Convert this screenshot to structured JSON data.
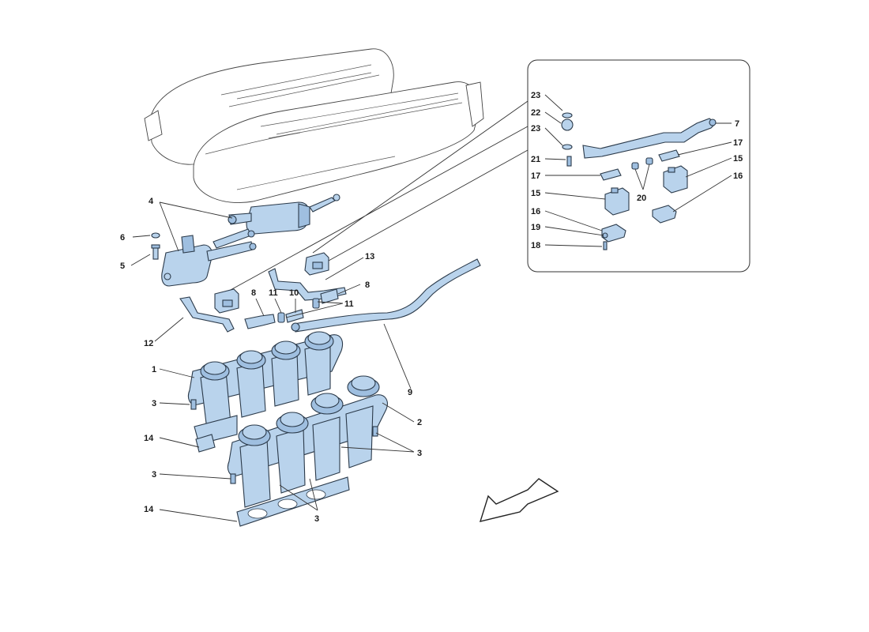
{
  "callouts": {
    "c1": "1",
    "c2": "2",
    "c3a": "3",
    "c3b": "3",
    "c3c": "3",
    "c3d": "3",
    "c4": "4",
    "c5": "5",
    "c6": "6",
    "c7": "7",
    "c8a": "8",
    "c8b": "8",
    "c9": "9",
    "c10": "10",
    "c11a": "11",
    "c11b": "11",
    "c12": "12",
    "c13": "13",
    "c14a": "14",
    "c14b": "14",
    "c15a": "15",
    "c15b": "15",
    "c16a": "16",
    "c16b": "16",
    "c17a": "17",
    "c17b": "17",
    "c18": "18",
    "c19": "19",
    "c20": "20",
    "c21": "21",
    "c22": "22",
    "c23a": "23",
    "c23b": "23"
  },
  "colors": {
    "part_fill": "#b9d3ec",
    "part_dark": "#9fbfe0",
    "outline": "#2b3a4a",
    "ghost": "#ffffff"
  }
}
